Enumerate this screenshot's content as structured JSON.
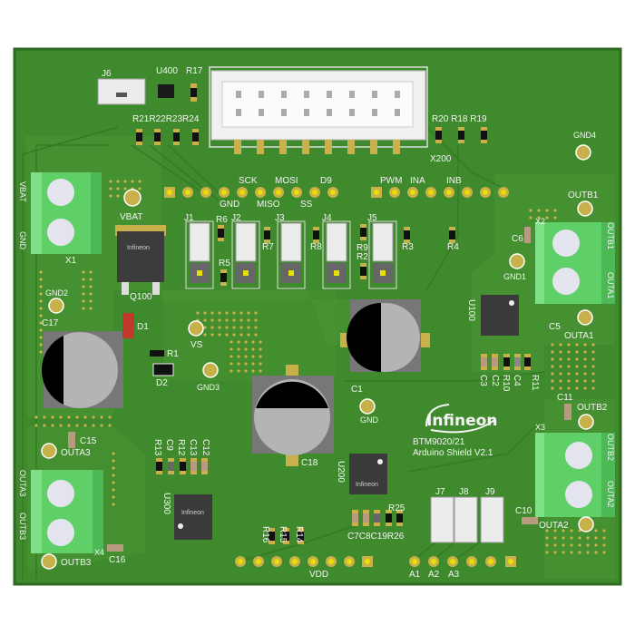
{
  "colors": {
    "board": "#3f8a2c",
    "board_edge": "#2e6a22",
    "copper_pour": "#4c9636",
    "trace": "#357a25",
    "pad": "#c8b04a",
    "terminal": "#5fd068",
    "connector": "#ececec",
    "capacitor_can": "#b4b4b4"
  },
  "branding": {
    "logo": "Infineon",
    "board_name": "BTM9020/21",
    "board_version": "Arduino Shield V2.1",
    "chip_logo": "Infineon"
  },
  "labels": {
    "j6": "J6",
    "u400": "U400",
    "r17": "R17",
    "r21_24": "R21R22R23R24",
    "r20_19": "R20 R18 R19",
    "x200": "X200",
    "gnd4": "GND4",
    "x1": "X1",
    "x1_vbat": "VBAT",
    "x1_gnd": "GND",
    "vbat": "VBAT",
    "q100": "Q100",
    "j1": "J1",
    "r6": "R6",
    "j2": "J2",
    "j3": "J3",
    "j4": "J4",
    "j5": "J5",
    "r7": "R7",
    "r5": "R5",
    "r8": "R8",
    "r9": "R9",
    "r2": "R2",
    "r3": "R3",
    "r4": "R4",
    "outb1": "OUTB1",
    "x2": "X2",
    "x2_outb1": "OUTB1",
    "x2_outa1": "OUTA1",
    "c6": "C6",
    "gnd1": "GND1",
    "u100": "U100",
    "c5": "C5",
    "outa1": "OUTA1",
    "gnd2": "GND2",
    "c17": "C17",
    "d1": "D1",
    "r1": "R1",
    "d2": "D2",
    "vs": "VS",
    "gnd3": "GND3",
    "c1": "C1",
    "gnd": "GND",
    "c18": "C18",
    "c3": "C3",
    "c2": "C2",
    "r10": "R10",
    "c4": "C4",
    "r11": "R11",
    "c11": "C11",
    "outb2": "OUTB2",
    "x3": "X3",
    "x3_outb2": "OUTB2",
    "x3_outa2": "OUTA2",
    "c10": "C10",
    "outa2": "OUTA2",
    "c15": "C15",
    "outa3": "OUTA3",
    "x4_outa3": "OUTA3",
    "x4_outb3": "OUTB3",
    "outb3": "OUTB3",
    "x4": "X4",
    "c16": "C16",
    "r13": "R13",
    "c9": "C9",
    "r12": "R12",
    "c13": "C13",
    "c12": "C12",
    "u300": "U300",
    "r16": "R16",
    "r15": "R15",
    "r14": "R14",
    "u200": "U200",
    "r25": "R25",
    "c7c8c19r26": "C7C8C19R26",
    "j7": "J7",
    "j8": "J8",
    "j9": "J9"
  },
  "header_top": {
    "sck": "SCK",
    "gnd": "GND",
    "mosi": "MOSI",
    "miso": "MISO",
    "ss": "SS",
    "d9": "D9",
    "pwm": "PWM",
    "ina": "INA",
    "inb": "INB"
  },
  "header_bottom": {
    "vdd": "VDD",
    "a1": "A1",
    "a2": "A2",
    "a3": "A3"
  }
}
